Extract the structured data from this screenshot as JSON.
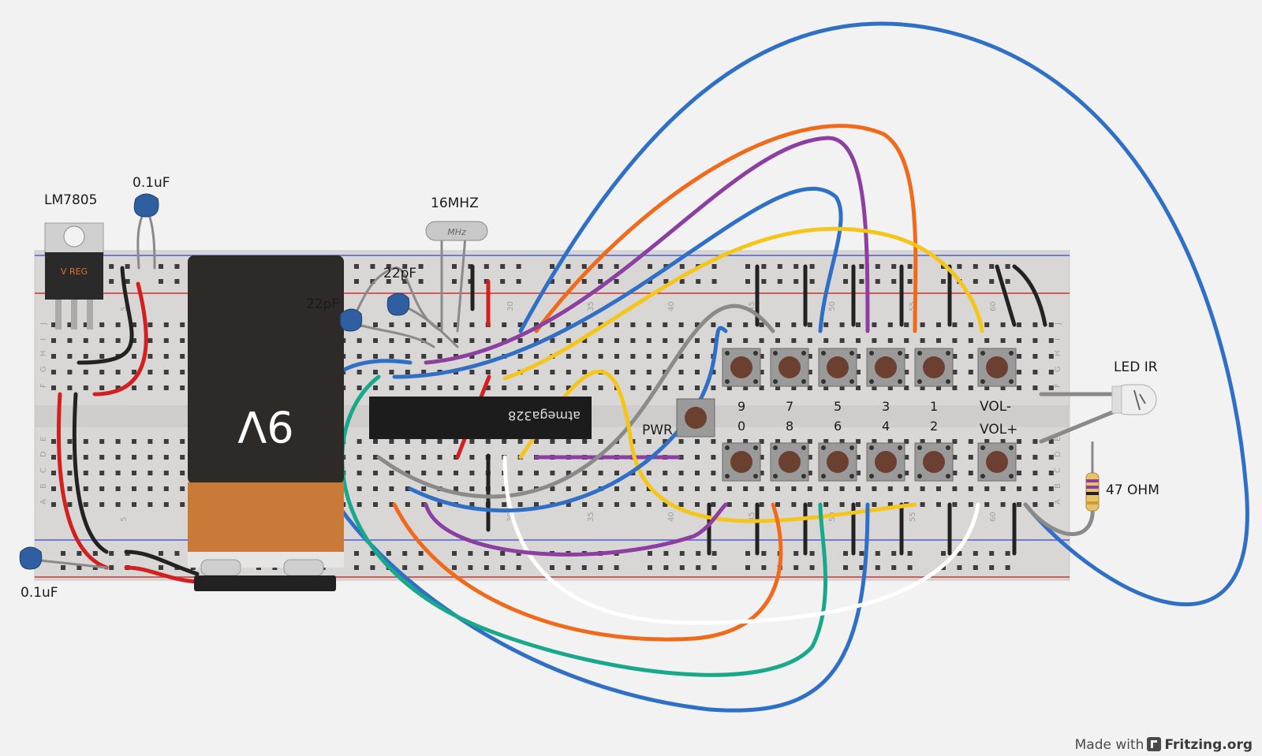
{
  "labels": {
    "regulator": "LM7805",
    "regulator_marking": "V REG",
    "cap_top": "0.1uF",
    "cap_bottom": "0.1uF",
    "crystal": "16MHZ",
    "crystal_marking": "MHz",
    "cap22_a": "22pF",
    "cap22_b": "22pF",
    "battery": "9V",
    "chip": "atmega328",
    "pwr": "PWR",
    "led": "LED IR",
    "resistor": "47 OHM",
    "vol_minus": "VOL-",
    "vol_plus": "VOL+",
    "btn_top": [
      "9",
      "7",
      "5",
      "3",
      "1"
    ],
    "btn_bottom": [
      "0",
      "8",
      "6",
      "4",
      "2"
    ]
  },
  "breadboard_columns": [
    "5",
    "30",
    "35",
    "40",
    "45",
    "50",
    "55",
    "60"
  ],
  "breadboard_rows": [
    "J",
    "I",
    "H",
    "G",
    "F",
    "E",
    "D",
    "C",
    "B",
    "A"
  ],
  "colors": {
    "blue": "#2f6fc6",
    "orange": "#f06a1c",
    "purple": "#8c3fa0",
    "yellow": "#f4c51a",
    "gray": "#8a8a8a",
    "white": "#ffffff",
    "green": "#19a88a",
    "red": "#d22020",
    "black": "#222222"
  },
  "footer": {
    "made_with": "Made with",
    "brand": "Fritzing.org"
  }
}
